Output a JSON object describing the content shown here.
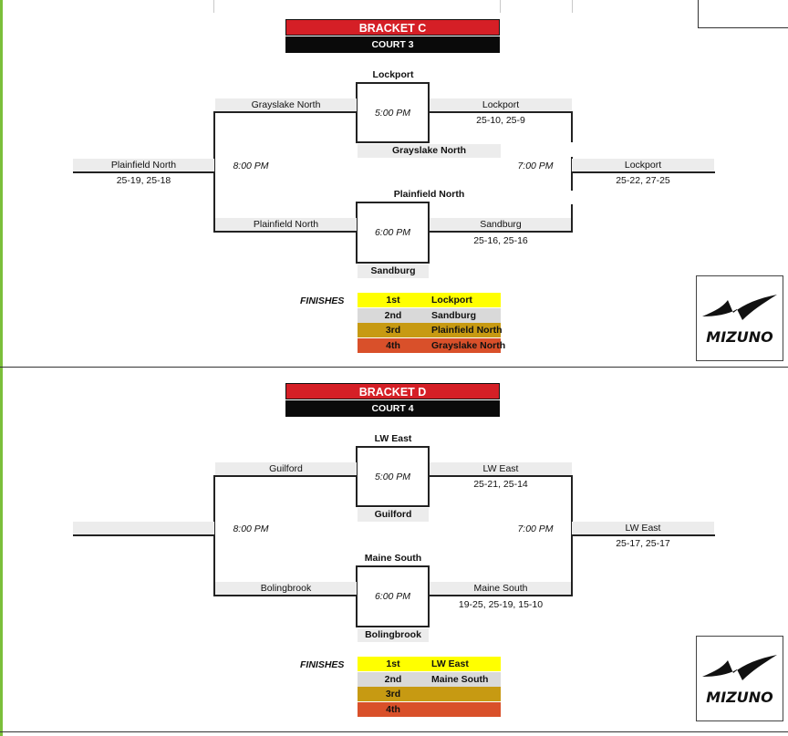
{
  "brackets": [
    {
      "title": "BRACKET C",
      "court": "COURT 3",
      "left_seed": {
        "team": "Plainfield North",
        "score": "25-19, 25-18"
      },
      "right_seed": {
        "team": "Lockport",
        "score": "25-22, 27-25"
      },
      "semi_top": {
        "left_team": "Grayslake North",
        "top_label": "Lockport",
        "time": "5:00 PM",
        "bottom_label": "Grayslake North",
        "winner": "Lockport",
        "winner_score": "25-10, 25-9"
      },
      "semi_bottom": {
        "left_team": "Plainfield North",
        "top_label": "Plainfield North",
        "time": "6:00 PM",
        "bottom_label": "Sandburg",
        "winner": "Sandburg",
        "winner_score": "25-16, 25-16"
      },
      "left_time": "8:00 PM",
      "right_time": "7:00 PM",
      "finishes_label": "FINISHES",
      "finishes": [
        {
          "place": "1st",
          "team": "Lockport",
          "color": "#ffff00"
        },
        {
          "place": "2nd",
          "team": "Sandburg",
          "color": "#d9d9d9"
        },
        {
          "place": "3rd",
          "team": "Plainfield North",
          "color": "#c79a12"
        },
        {
          "place": "4th",
          "team": "Grayslake North",
          "color": "#d9502a"
        }
      ],
      "logo_text": "MIZUNO"
    },
    {
      "title": "BRACKET D",
      "court": "COURT 4",
      "left_seed": {
        "team": "",
        "score": ""
      },
      "right_seed": {
        "team": "LW East",
        "score": "25-17, 25-17"
      },
      "semi_top": {
        "left_team": "Guilford",
        "top_label": "LW East",
        "time": "5:00 PM",
        "bottom_label": "Guilford",
        "winner": "LW East",
        "winner_score": "25-21, 25-14"
      },
      "semi_bottom": {
        "left_team": "Bolingbrook",
        "top_label": "Maine South",
        "time": "6:00 PM",
        "bottom_label": "Bolingbrook",
        "winner": "Maine South",
        "winner_score": "19-25, 25-19, 15-10"
      },
      "left_time": "8:00 PM",
      "right_time": "7:00 PM",
      "finishes_label": "FINISHES",
      "finishes": [
        {
          "place": "1st",
          "team": "LW East",
          "color": "#ffff00"
        },
        {
          "place": "2nd",
          "team": "Maine South",
          "color": "#d9d9d9"
        },
        {
          "place": "3rd",
          "team": "",
          "color": "#c79a12"
        },
        {
          "place": "4th",
          "team": "",
          "color": "#d9502a"
        }
      ],
      "logo_text": "MIZUNO"
    }
  ]
}
